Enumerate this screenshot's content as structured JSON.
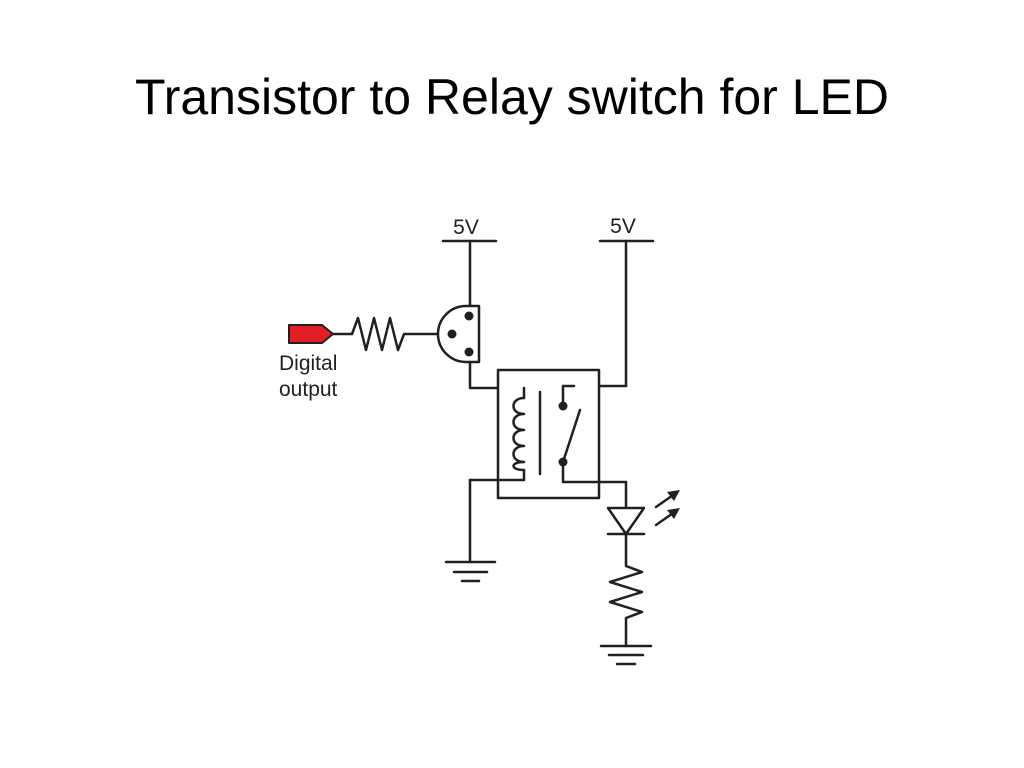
{
  "slide": {
    "title": "Transistor to Relay switch for LED"
  },
  "circuit": {
    "supply_left_label": "5V",
    "supply_right_label": "5V",
    "input_label_line1": "Digital",
    "input_label_line2": "output",
    "input_pin_color": "#e31e24",
    "wire_color": "#231f20"
  }
}
